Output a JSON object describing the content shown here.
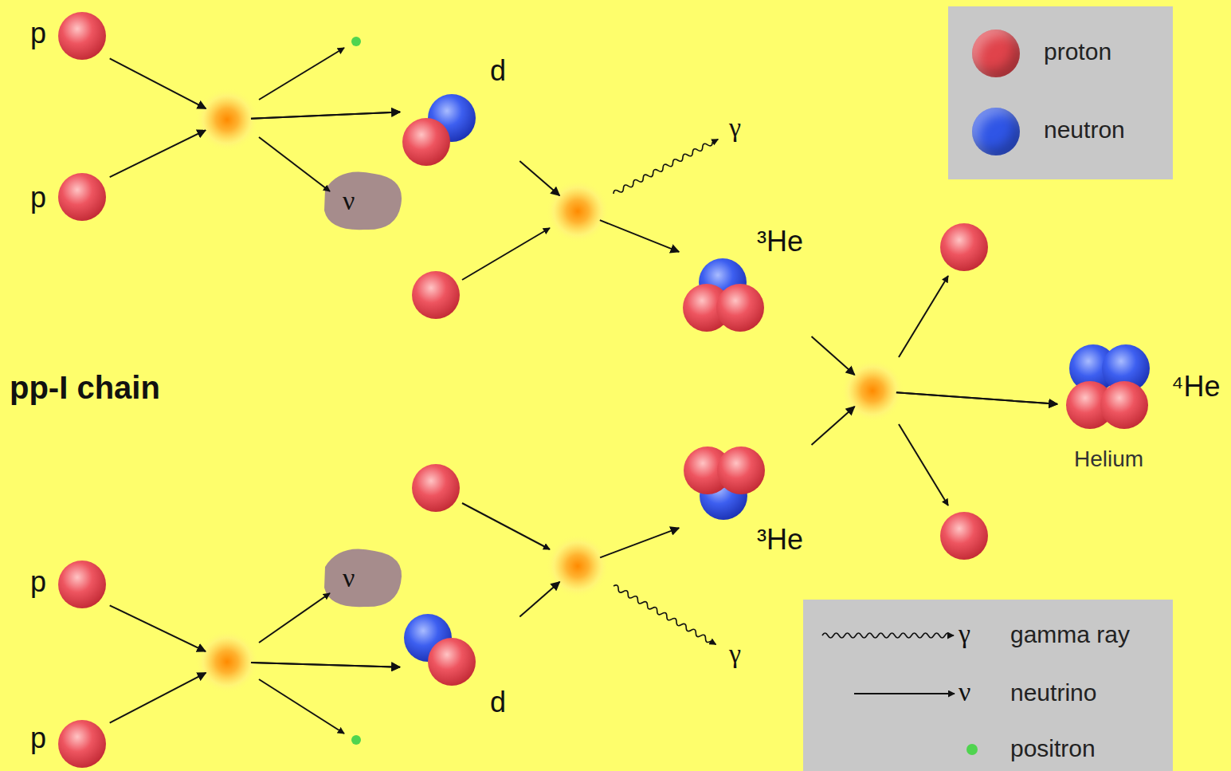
{
  "diagram": {
    "nodes": [
      {
        "text": [
          "p"
        ]
      },
      {
        "text": [
          "p"
        ]
      },
      {
        "text": [
          "d"
        ]
      },
      {
        "text": [
          "³He"
        ]
      },
      {
        "text": [
          "³He"
        ]
      },
      {
        "text": [
          "p"
        ]
      },
      {
        "text": [
          "d"
        ]
      },
      {
        "text": [
          "p"
        ]
      },
      {
        "text": [
          "⁴He",
          "Helium"
        ]
      }
    ],
    "edges": [
      {
        "from": 0,
        "to": 2,
        "arrow": "to"
      },
      {
        "from": 1,
        "to": 2,
        "arrow": "to"
      },
      {
        "from": 2,
        "to": 3,
        "arrow": "to"
      },
      {
        "from": 3,
        "to": 8,
        "arrow": "to"
      },
      {
        "from": 4,
        "to": 8,
        "arrow": "to"
      },
      {
        "from": 5,
        "to": 6,
        "arrow": "to"
      },
      {
        "from": 7,
        "to": 6,
        "arrow": "to"
      },
      {
        "from": 6,
        "to": 4,
        "arrow": "to"
      }
    ],
    "labels": [
      "ν",
      "γ",
      "pp-I chain",
      "ν",
      "γ",
      "γ",
      "ν"
    ],
    "legend": [
      {
        "text": "proton",
        "color": "#e0434b"
      },
      {
        "text": "neutron",
        "color": "#2f55e6"
      },
      {
        "text": "gamma ray"
      },
      {
        "text": "neutrino"
      },
      {
        "text": "positron",
        "color": "#4fd44f"
      }
    ]
  }
}
